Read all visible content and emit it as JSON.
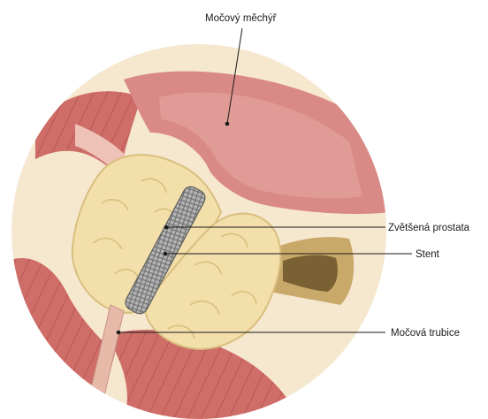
{
  "labels": {
    "bladder": "Močový měchýř",
    "prostate": "Zvětšená prostata",
    "stent": "Stent",
    "urethra": "Močová trubice"
  },
  "colors": {
    "background_disc": "#f6e7cf",
    "bladder_wall": "#d98a86",
    "bladder_inner": "#c97f7c",
    "muscle": "#cf6d68",
    "muscle_stripe": "#b85954",
    "prostate_fill": "#f2dfaa",
    "prostate_shadow": "#d9bf7e",
    "stent_fill": "#a7a7a7",
    "stent_mesh": "#6d6d6d",
    "urethra": "#e7b9a9",
    "leader": "#1a1a1a"
  }
}
